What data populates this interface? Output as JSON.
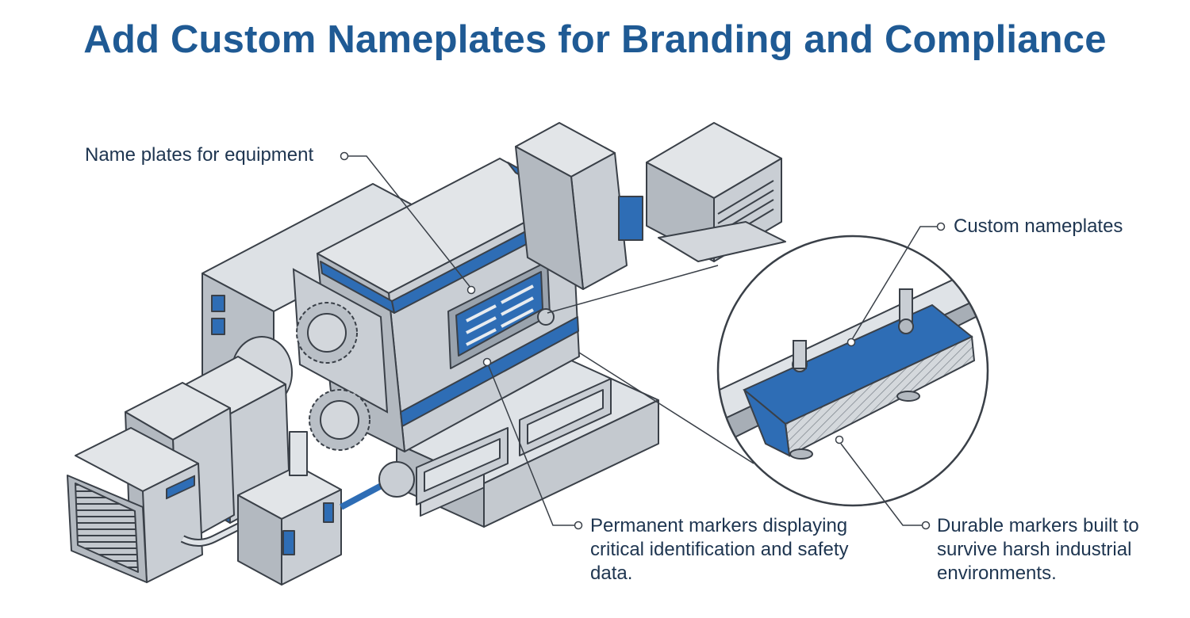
{
  "title": "Add Custom Nameplates for Branding and Compliance",
  "callouts": {
    "equipment": "Name plates for equipment",
    "custom": "Custom nameplates",
    "permanent": "Permanent markers displaying critical identification and safety data.",
    "durable": "Durable markers built to survive harsh industrial environments."
  },
  "colors": {
    "title": "#1f5a94",
    "accent_blue": "#2e6db5",
    "metal": "#c9ced4",
    "metal_dark": "#a7aeb6",
    "outline": "#3a4048",
    "text": "#1e3550"
  }
}
